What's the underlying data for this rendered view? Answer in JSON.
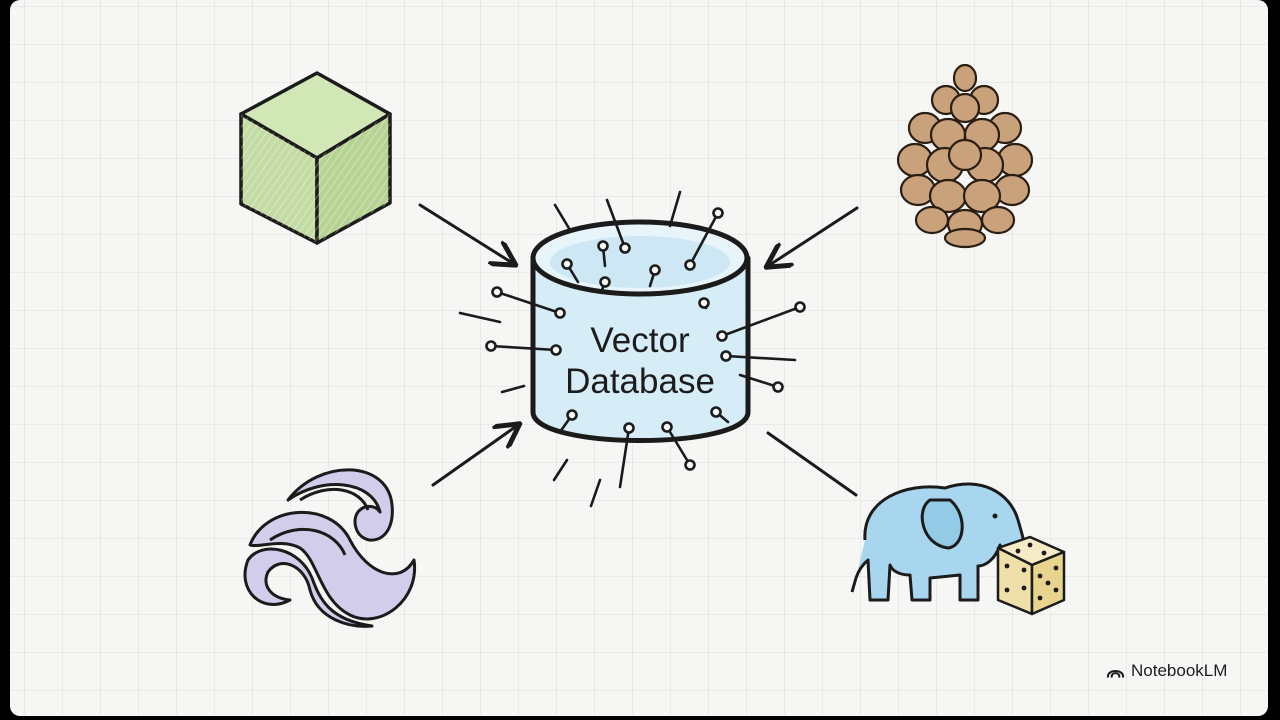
{
  "diagram": {
    "center_node": {
      "label_line1": "Vector",
      "label_line2": "Database",
      "icon": "database-cylinder-icon"
    },
    "sources": [
      {
        "icon": "green-cube-icon",
        "position": "top-left"
      },
      {
        "icon": "pinecone-icon",
        "position": "top-right"
      },
      {
        "icon": "purple-wave-icon",
        "position": "bottom-left"
      },
      {
        "icon": "elephant-with-dice-icon",
        "position": "bottom-right"
      }
    ],
    "colors": {
      "cube": "#c8e0a8",
      "pinecone": "#c9a27c",
      "wave": "#cfc8ea",
      "elephant": "#9fd3ea",
      "dice": "#f3e5b5",
      "cylinder": "#d4ecf6",
      "ink": "#1b1b1b"
    }
  },
  "branding": {
    "name": "NotebookLM",
    "icon": "notebooklm-logo-icon"
  }
}
